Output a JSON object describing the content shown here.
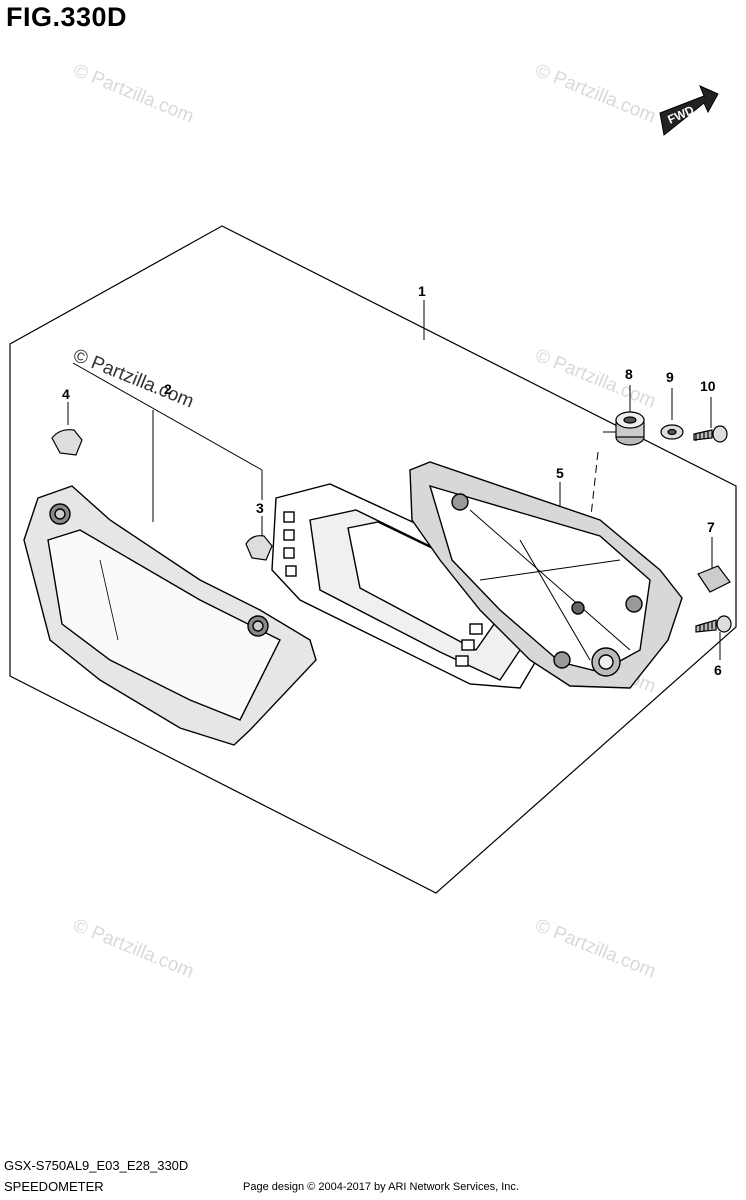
{
  "figure": {
    "title": "FIG.330D"
  },
  "fwd_label": "FWD",
  "callouts": [
    {
      "id": "1",
      "label": "1"
    },
    {
      "id": "2",
      "label": "2"
    },
    {
      "id": "3",
      "label": "3"
    },
    {
      "id": "4",
      "label": "4"
    },
    {
      "id": "5",
      "label": "5"
    },
    {
      "id": "6",
      "label": "6"
    },
    {
      "id": "7",
      "label": "7"
    },
    {
      "id": "8",
      "label": "8"
    },
    {
      "id": "9",
      "label": "9"
    },
    {
      "id": "10",
      "label": "10"
    }
  ],
  "watermark": "© Partzilla.com",
  "footer": {
    "code": "GSX-S750AL9_E03_E28_330D",
    "name": "SPEEDOMETER",
    "copyright": "Page design © 2004-2017 by ARI Network Services, Inc."
  }
}
